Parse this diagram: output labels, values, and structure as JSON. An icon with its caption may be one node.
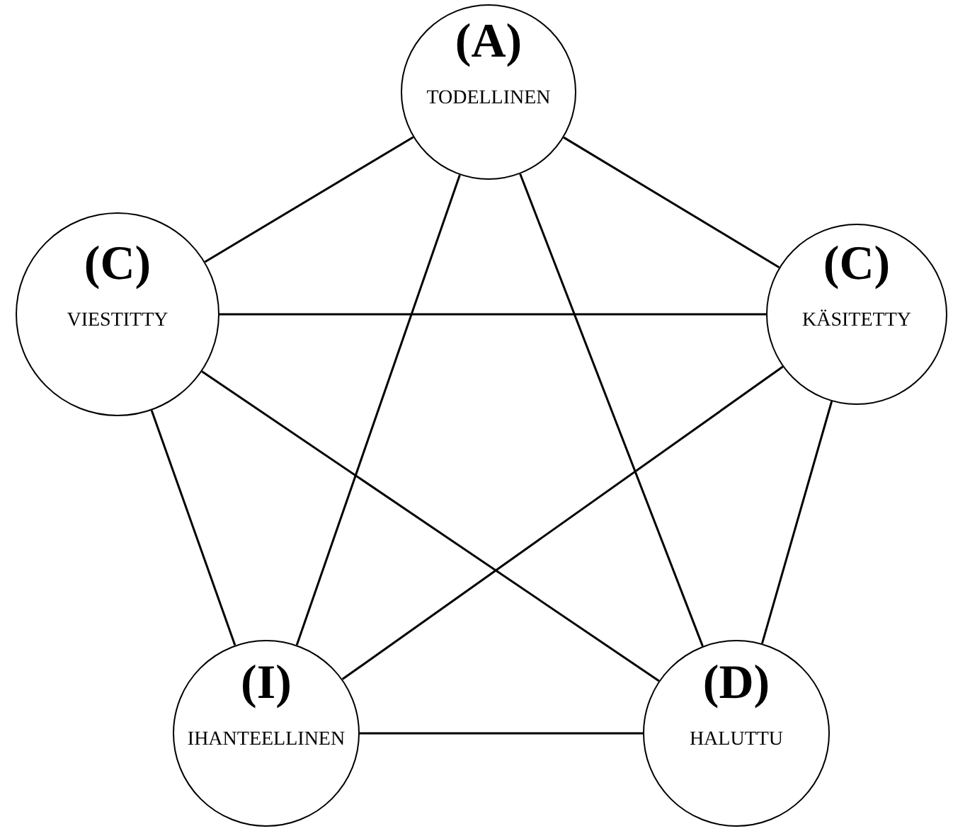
{
  "diagram": {
    "nodes": [
      {
        "text": [
          "(A)",
          "TODELLINEN"
        ]
      },
      {
        "text": [
          "(C)",
          "VIESTITTY"
        ]
      },
      {
        "text": [
          "(C)",
          "KÄSITETTY"
        ]
      },
      {
        "text": [
          "(I)",
          "IHANTEELLINEN"
        ]
      },
      {
        "text": [
          "(D)",
          "HALUTTU"
        ]
      }
    ],
    "edges": [
      {
        "from": 0,
        "to": 1,
        "arrow": "none"
      },
      {
        "from": 0,
        "to": 2,
        "arrow": "none"
      },
      {
        "from": 0,
        "to": 3,
        "arrow": "none"
      },
      {
        "from": 0,
        "to": 4,
        "arrow": "none"
      },
      {
        "from": 1,
        "to": 2,
        "arrow": "none"
      },
      {
        "from": 1,
        "to": 3,
        "arrow": "none"
      },
      {
        "from": 1,
        "to": 4,
        "arrow": "none"
      },
      {
        "from": 2,
        "to": 3,
        "arrow": "none"
      },
      {
        "from": 2,
        "to": 4,
        "arrow": "none"
      },
      {
        "from": 3,
        "to": 4,
        "arrow": "none"
      }
    ]
  }
}
